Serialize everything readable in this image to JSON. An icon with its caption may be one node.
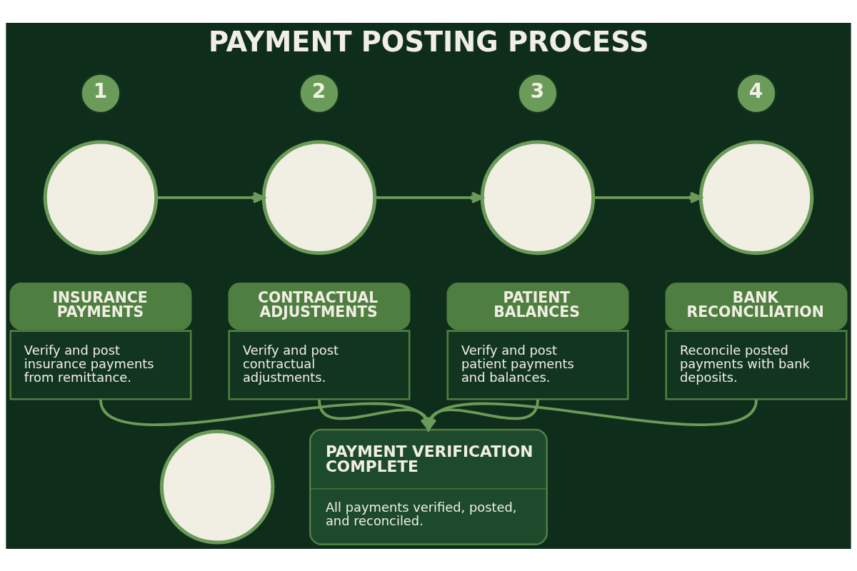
{
  "diagram": {
    "title": "PAYMENT POSTING PROCESS",
    "nodes": [
      {
        "text": [
          "1"
        ]
      },
      {
        "text": [],
        "shape": "circle"
      },
      {
        "text": [
          "INSURANCE PAYMENTS",
          "Verify and post insurance payments from remittance."
        ]
      },
      {
        "text": [
          "2"
        ]
      },
      {
        "text": [],
        "shape": "circle"
      },
      {
        "text": [
          "CONTRACTUAL ADJUSTMENTS",
          "Verify and post contractual adjustments."
        ]
      },
      {
        "text": [
          "3"
        ]
      },
      {
        "text": [],
        "shape": "circle"
      },
      {
        "text": [
          "PATIENT BALANCES",
          "Verify and post patient payments and balances."
        ]
      },
      {
        "text": [
          "4"
        ]
      },
      {
        "text": [],
        "shape": "circle"
      },
      {
        "text": [
          "BANK RECONCILIATION",
          "Reconcile posted payments with bank deposits."
        ]
      },
      {
        "text": [],
        "shape": "circle"
      },
      {
        "text": [
          "PAYMENT VERIFICATION COMPLETE",
          "All payments verified, posted, and reconciled."
        ]
      }
    ],
    "edges": [
      {
        "from": 1,
        "to": 4,
        "arrow": "to"
      },
      {
        "from": 4,
        "to": 7,
        "arrow": "to"
      },
      {
        "from": 7,
        "to": 10,
        "arrow": "to"
      },
      {
        "from": 2,
        "to": 13,
        "arrow": "to"
      },
      {
        "from": 5,
        "to": 13,
        "arrow": "to"
      },
      {
        "from": 8,
        "to": 13,
        "arrow": "to"
      },
      {
        "from": 11,
        "to": 13,
        "arrow": "to"
      }
    ]
  }
}
